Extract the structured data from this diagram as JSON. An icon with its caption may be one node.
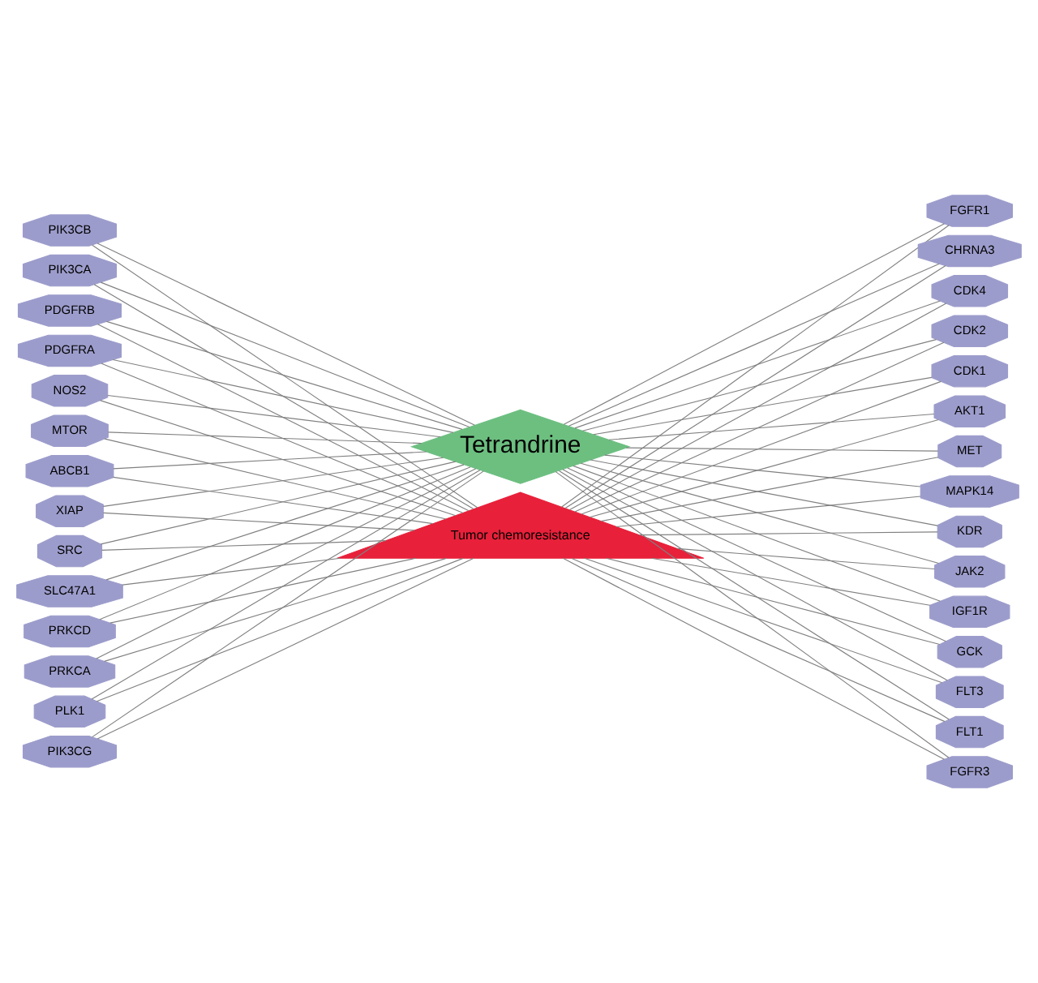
{
  "diagram": {
    "nodes": [
      {
        "text": [
          "Tetrandrine"
        ]
      },
      {
        "text": [
          "Tumor chemoresistance"
        ]
      },
      {
        "text": [
          "MET"
        ]
      },
      {
        "text": [
          "MAPK14"
        ]
      },
      {
        "text": [
          "KDR"
        ]
      },
      {
        "text": [
          "JAK2"
        ]
      },
      {
        "text": [
          "IGF1R"
        ]
      },
      {
        "text": [
          "GCK"
        ]
      },
      {
        "text": [
          "FLT3"
        ]
      },
      {
        "text": [
          "FLT1"
        ]
      },
      {
        "text": [
          "FGFR3"
        ]
      },
      {
        "text": [
          "FGFR1"
        ]
      },
      {
        "text": [
          "CHRNA3"
        ]
      },
      {
        "text": [
          "CDK4"
        ]
      },
      {
        "text": [
          "CDK2"
        ]
      },
      {
        "text": [
          "CDK1"
        ]
      },
      {
        "text": [
          "AKT1"
        ]
      },
      {
        "text": [
          "ABCB1"
        ]
      },
      {
        "text": [
          "XIAP"
        ]
      },
      {
        "text": [
          "SRC"
        ]
      },
      {
        "text": [
          "SLC47A1"
        ]
      },
      {
        "text": [
          "PRKCD"
        ]
      },
      {
        "text": [
          "PRKCA"
        ]
      },
      {
        "text": [
          "PLK1"
        ]
      },
      {
        "text": [
          "PIK3CG"
        ]
      },
      {
        "text": [
          "PIK3CB"
        ]
      },
      {
        "text": [
          "PIK3CA"
        ]
      },
      {
        "text": [
          "PDGFRB"
        ]
      },
      {
        "text": [
          "PDGFRA"
        ]
      },
      {
        "text": [
          "NOS2"
        ]
      },
      {
        "text": [
          "MTOR"
        ]
      }
    ],
    "edges": [
      {
        "from": 2,
        "to": 0,
        "arrow": "none"
      },
      {
        "from": 2,
        "to": 1,
        "arrow": "none"
      },
      {
        "from": 3,
        "to": 0,
        "arrow": "none"
      },
      {
        "from": 3,
        "to": 1,
        "arrow": "none"
      },
      {
        "from": 4,
        "to": 0,
        "arrow": "none"
      },
      {
        "from": 4,
        "to": 1,
        "arrow": "none"
      },
      {
        "from": 5,
        "to": 0,
        "arrow": "none"
      },
      {
        "from": 5,
        "to": 1,
        "arrow": "none"
      },
      {
        "from": 6,
        "to": 0,
        "arrow": "none"
      },
      {
        "from": 6,
        "to": 1,
        "arrow": "none"
      },
      {
        "from": 7,
        "to": 0,
        "arrow": "none"
      },
      {
        "from": 7,
        "to": 1,
        "arrow": "none"
      },
      {
        "from": 8,
        "to": 0,
        "arrow": "none"
      },
      {
        "from": 8,
        "to": 1,
        "arrow": "none"
      },
      {
        "from": 9,
        "to": 0,
        "arrow": "none"
      },
      {
        "from": 9,
        "to": 1,
        "arrow": "none"
      },
      {
        "from": 10,
        "to": 0,
        "arrow": "none"
      },
      {
        "from": 10,
        "to": 1,
        "arrow": "none"
      },
      {
        "from": 11,
        "to": 0,
        "arrow": "none"
      },
      {
        "from": 11,
        "to": 1,
        "arrow": "none"
      },
      {
        "from": 12,
        "to": 0,
        "arrow": "none"
      },
      {
        "from": 12,
        "to": 1,
        "arrow": "none"
      },
      {
        "from": 13,
        "to": 0,
        "arrow": "none"
      },
      {
        "from": 13,
        "to": 1,
        "arrow": "none"
      },
      {
        "from": 14,
        "to": 0,
        "arrow": "none"
      },
      {
        "from": 14,
        "to": 1,
        "arrow": "none"
      },
      {
        "from": 15,
        "to": 0,
        "arrow": "none"
      },
      {
        "from": 15,
        "to": 1,
        "arrow": "none"
      },
      {
        "from": 16,
        "to": 0,
        "arrow": "none"
      },
      {
        "from": 16,
        "to": 1,
        "arrow": "none"
      },
      {
        "from": 17,
        "to": 0,
        "arrow": "none"
      },
      {
        "from": 17,
        "to": 1,
        "arrow": "none"
      },
      {
        "from": 18,
        "to": 0,
        "arrow": "none"
      },
      {
        "from": 18,
        "to": 1,
        "arrow": "none"
      },
      {
        "from": 19,
        "to": 0,
        "arrow": "none"
      },
      {
        "from": 19,
        "to": 1,
        "arrow": "none"
      },
      {
        "from": 20,
        "to": 0,
        "arrow": "none"
      },
      {
        "from": 20,
        "to": 1,
        "arrow": "none"
      },
      {
        "from": 21,
        "to": 0,
        "arrow": "none"
      },
      {
        "from": 21,
        "to": 1,
        "arrow": "none"
      },
      {
        "from": 22,
        "to": 0,
        "arrow": "none"
      },
      {
        "from": 22,
        "to": 1,
        "arrow": "none"
      },
      {
        "from": 23,
        "to": 0,
        "arrow": "none"
      },
      {
        "from": 23,
        "to": 1,
        "arrow": "none"
      },
      {
        "from": 24,
        "to": 0,
        "arrow": "none"
      },
      {
        "from": 24,
        "to": 1,
        "arrow": "none"
      },
      {
        "from": 25,
        "to": 0,
        "arrow": "none"
      },
      {
        "from": 25,
        "to": 1,
        "arrow": "none"
      },
      {
        "from": 26,
        "to": 0,
        "arrow": "none"
      },
      {
        "from": 26,
        "to": 1,
        "arrow": "none"
      },
      {
        "from": 27,
        "to": 0,
        "arrow": "none"
      },
      {
        "from": 27,
        "to": 1,
        "arrow": "none"
      },
      {
        "from": 28,
        "to": 0,
        "arrow": "none"
      },
      {
        "from": 28,
        "to": 1,
        "arrow": "none"
      },
      {
        "from": 29,
        "to": 0,
        "arrow": "none"
      },
      {
        "from": 29,
        "to": 1,
        "arrow": "none"
      },
      {
        "from": 30,
        "to": 0,
        "arrow": "none"
      },
      {
        "from": 30,
        "to": 1,
        "arrow": "none"
      }
    ]
  }
}
